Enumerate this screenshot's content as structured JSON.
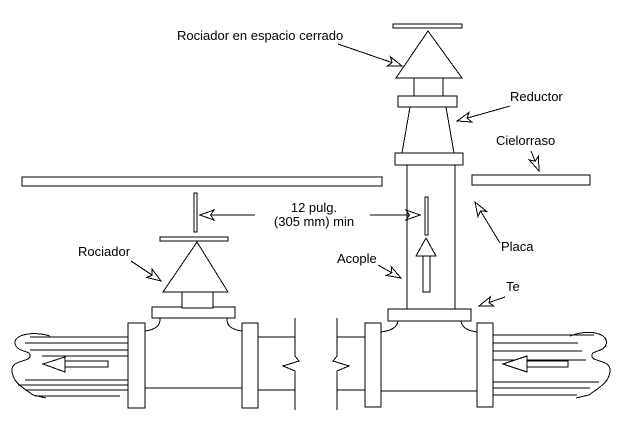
{
  "diagram": {
    "labels": {
      "enclosed_sprinkler": "Rociador en espacio cerrado",
      "reducer": "Reductor",
      "ceiling": "Cielorraso",
      "measurement_line1": "12 pulg.",
      "measurement_line2": "(305 mm) min",
      "sprinkler": "Rociador",
      "coupling": "Acople",
      "plate": "Placa",
      "tee": "Te"
    },
    "colors": {
      "line": "#000000",
      "text": "#000000",
      "background": "#ffffff"
    }
  }
}
